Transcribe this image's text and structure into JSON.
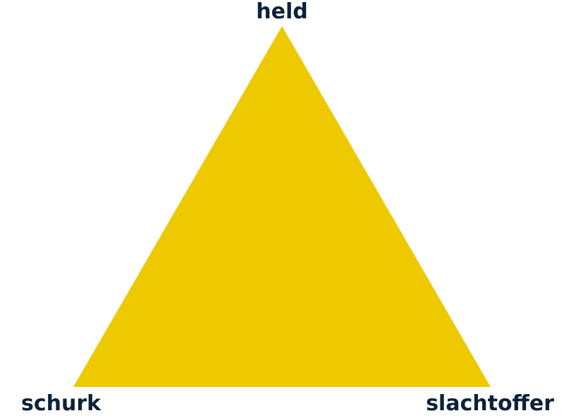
{
  "diagram": {
    "vertices": {
      "top": "held",
      "bottom_left": "schurk",
      "bottom_right": "slachtoffer"
    },
    "colors": {
      "fill": "#EEC900",
      "label": "#0B2239",
      "background": "#FFFFFF"
    }
  }
}
